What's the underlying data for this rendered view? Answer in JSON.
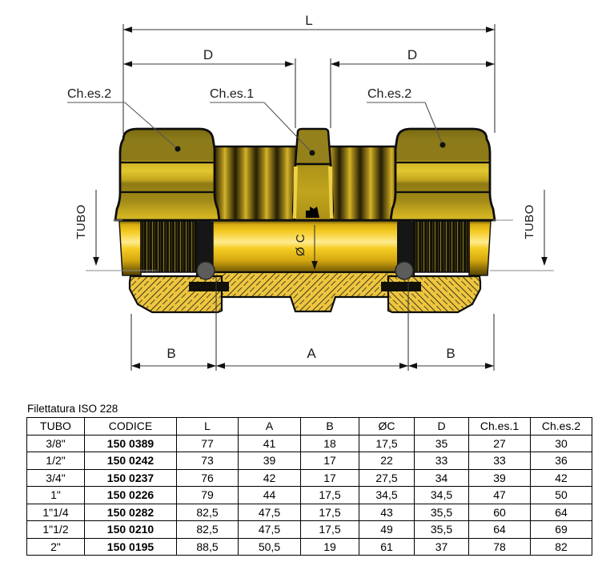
{
  "drawing": {
    "dims": {
      "l": "L",
      "d_left": "D",
      "d_right": "D",
      "b_left": "B",
      "a": "A",
      "b_right": "B",
      "tubo_left": "TUBO",
      "tubo_right": "TUBO",
      "dia_c": "Ø C",
      "ches1": "Ch.es.1",
      "ches2_left": "Ch.es.2",
      "ches2_right": "Ch.es.2"
    },
    "colors": {
      "brass_highlight": "#ffeb8f",
      "brass": "#d2b526",
      "brass_dark": "#241e04",
      "hatch_background": "#eec63e",
      "outline": "#0d0d0d"
    }
  },
  "table": {
    "title": "Filettatura ISO 228",
    "headers": [
      "TUBO",
      "CODICE",
      "L",
      "A",
      "B",
      "ØC",
      "D",
      "Ch.es.1",
      "Ch.es.2"
    ],
    "rows": [
      [
        "3/8\"",
        "150 0389",
        "77",
        "41",
        "18",
        "17,5",
        "35",
        "27",
        "30"
      ],
      [
        "1/2\"",
        "150 0242",
        "73",
        "39",
        "17",
        "22",
        "33",
        "33",
        "36"
      ],
      [
        "3/4\"",
        "150 0237",
        "76",
        "42",
        "17",
        "27,5",
        "34",
        "39",
        "42"
      ],
      [
        "1\"",
        "150 0226",
        "79",
        "44",
        "17,5",
        "34,5",
        "34,5",
        "47",
        "50"
      ],
      [
        "1\"1/4",
        "150 0282",
        "82,5",
        "47,5",
        "17,5",
        "43",
        "35,5",
        "60",
        "64"
      ],
      [
        "1\"1/2",
        "150 0210",
        "82,5",
        "47,5",
        "17,5",
        "49",
        "35,5",
        "64",
        "69"
      ],
      [
        "2\"",
        "150 0195",
        "88,5",
        "50,5",
        "19",
        "61",
        "37",
        "78",
        "82"
      ]
    ]
  }
}
